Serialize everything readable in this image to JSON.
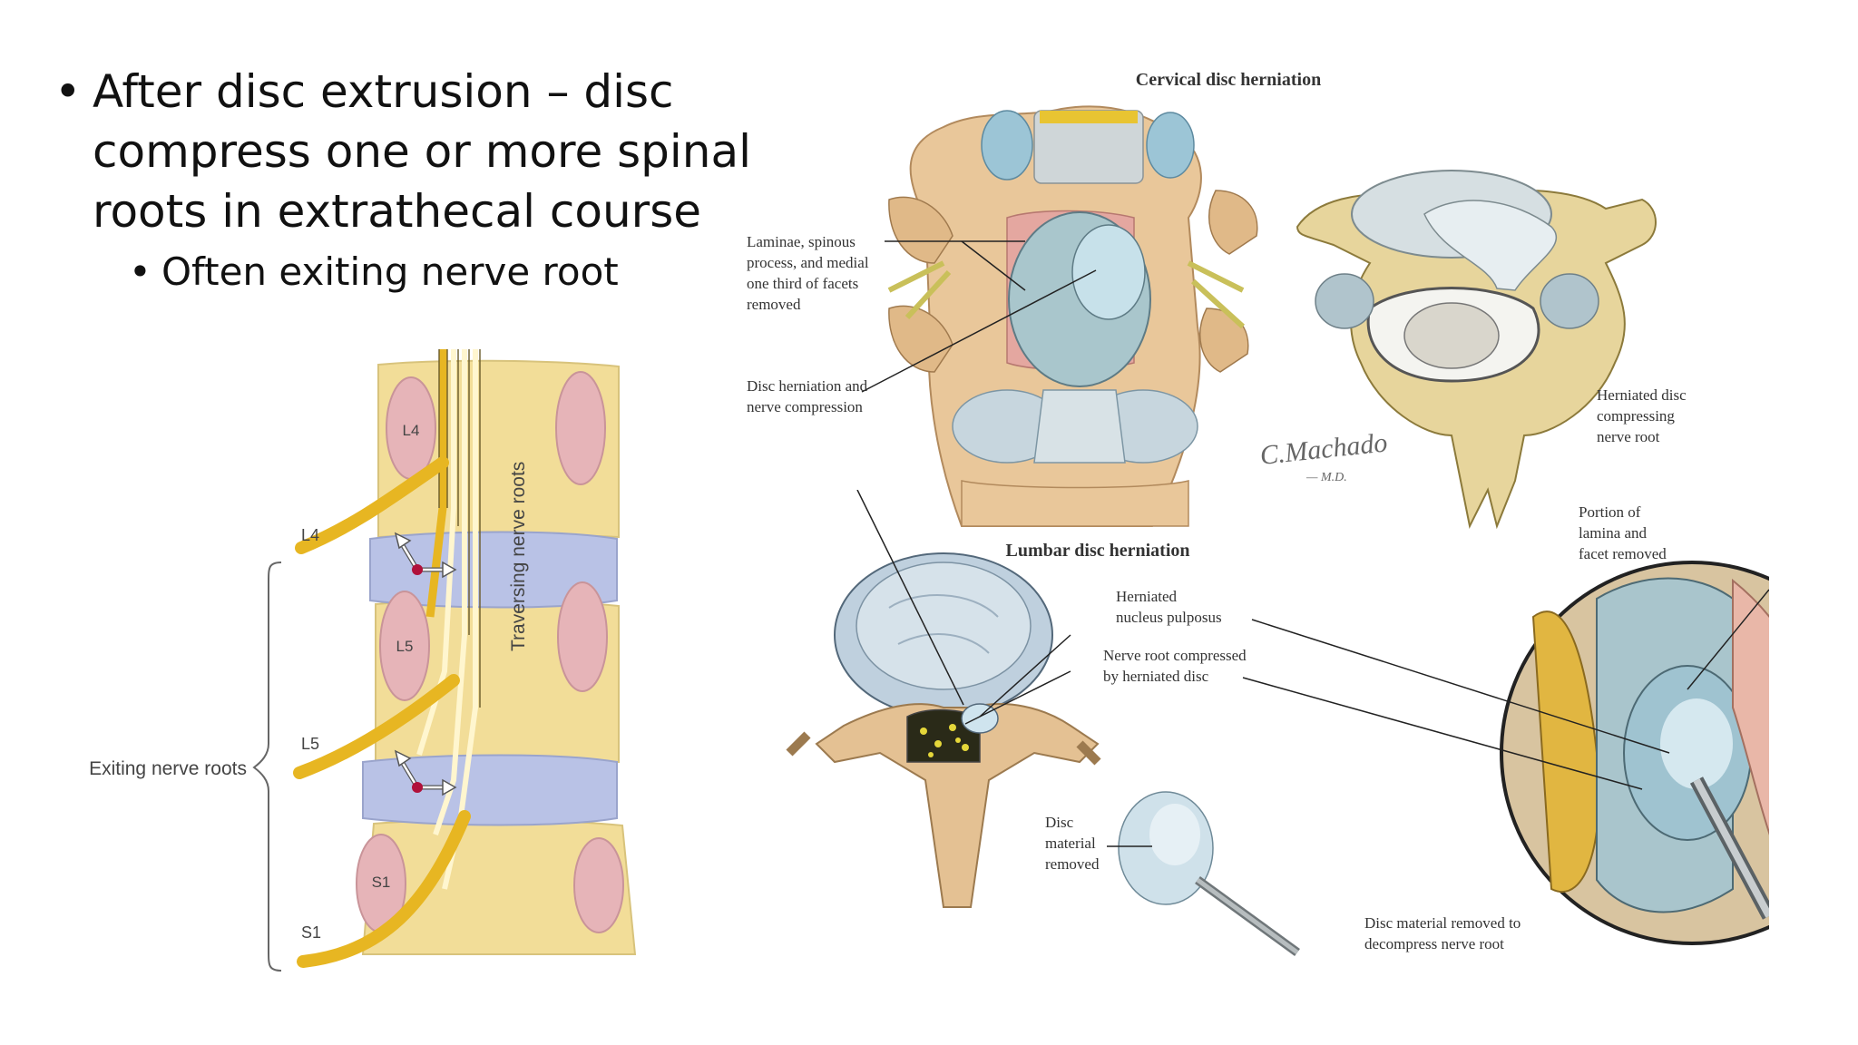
{
  "slide": {
    "bullet_main": [
      "After disc extrusion – disc",
      "compress one or more spinal",
      "roots in extrathecal course"
    ],
    "bullet_sub": "Often exiting nerve root"
  },
  "left_figure": {
    "vertebra_labels": [
      "L4",
      "L5",
      "S1"
    ],
    "root_labels": [
      "L4",
      "L5",
      "S1"
    ],
    "traversing_label": "Traversing nerve roots",
    "exiting_label": "Exiting nerve roots"
  },
  "cervical": {
    "title": "Cervical disc herniation",
    "label_laminae": [
      "Laminae, spinous",
      "process, and medial",
      "one third of facets",
      "removed"
    ],
    "label_disc_comp": [
      "Disc herniation and",
      "nerve compression"
    ],
    "label_herniated": [
      "Herniated disc",
      "compressing",
      "nerve root"
    ],
    "signature": [
      "C.Machado",
      "— M.D."
    ]
  },
  "lumbar": {
    "title": "Lumbar disc herniation",
    "label_nucleus": [
      "Herniated",
      "nucleus pulposus"
    ],
    "label_root": [
      "Nerve root compressed",
      "by herniated disc"
    ],
    "label_portion": [
      "Portion of",
      "lamina and",
      "facet removed"
    ],
    "label_material": [
      "Disc",
      "material",
      "removed"
    ],
    "label_decompress": [
      "Disc material removed to",
      "decompress nerve root"
    ]
  },
  "colors": {
    "bone": "#f2dd98",
    "disc": "#b9c2e6",
    "body_pink": "#e6b4b8",
    "nerve": "#e7b622",
    "cartilage": "#b8cfe0"
  }
}
